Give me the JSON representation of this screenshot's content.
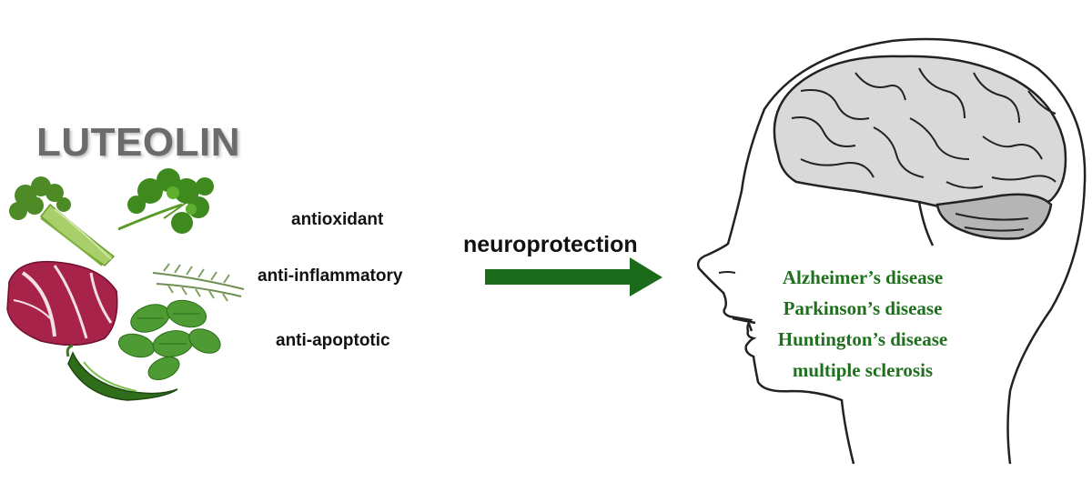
{
  "title": "LUTEOLIN",
  "properties": [
    "antioxidant",
    "anti-inflammatory",
    "anti-apoptotic"
  ],
  "effect_label": "neuroprotection",
  "diseases": [
    "Alzheimer’s disease",
    "Parkinson’s disease",
    "Huntington’s disease",
    "multiple sclerosis"
  ],
  "colors": {
    "title": "#6b6b6b",
    "arrow": "#1b6b1b",
    "disease_text": "#1f6f1f",
    "brain_fill": "#d9d9d9",
    "cerebellum_fill": "#b5b5b5",
    "outline": "#222222"
  },
  "food_icons": [
    "celery-icon",
    "parsley-icon",
    "radicchio-icon",
    "rosemary-icon",
    "mint-icon",
    "green-pepper-icon"
  ]
}
